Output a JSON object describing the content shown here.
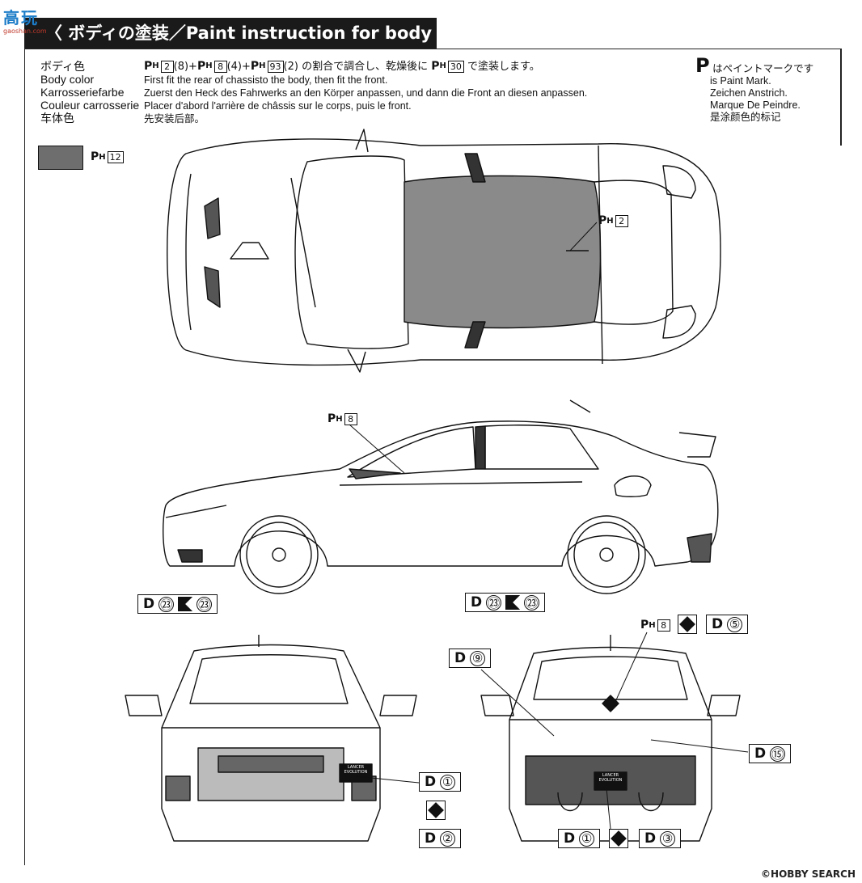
{
  "header": {
    "title": "〈 ボディの塗装／Paint instruction for body 〉"
  },
  "watermark_logo": {
    "main": "高玩",
    "sub": "gaoshan.com"
  },
  "color_label": [
    "ボディ色",
    "Body color",
    "Karrosseriefarbe",
    "Couleur carrosserie",
    "车体色"
  ],
  "instructions": {
    "jp_parts": [
      {
        "p": "P",
        "h": "H",
        "n": "2"
      },
      {
        "text": "(8)+"
      },
      {
        "p": "P",
        "h": "H",
        "n": "8"
      },
      {
        "text": "(4)+"
      },
      {
        "p": "P",
        "h": "H",
        "n": "93"
      },
      {
        "text": "(2) の割合で調合し、乾燥後に "
      },
      {
        "p": "P",
        "h": "H",
        "n": "30"
      },
      {
        "text": " で塗装します。"
      }
    ],
    "en": "First fit the rear of chassisto the body, then fit the front.",
    "de": "Zuerst den Heck des Fahrwerks an den Körper anpassen, und dann die Front an diesen anpassen.",
    "fr": "Placer d'abord l'arrière de châssis sur le corps, puis le front.",
    "cn": "先安装后部。"
  },
  "paint_mark_legend": {
    "symbol": "P",
    "jp": "はペイントマークです",
    "en": "is Paint Mark.",
    "de": "Zeichen Anstrich.",
    "fr": "Marque De Peindre.",
    "cn": "是涂颜色的标记"
  },
  "body_color": {
    "swatch_hex": "#6e6e6e",
    "ref": {
      "p": "P",
      "h": "H",
      "n": "12"
    }
  },
  "callouts": {
    "roof": {
      "p": "P",
      "h": "H",
      "n": "2"
    },
    "side_pillar": {
      "p": "P",
      "h": "H",
      "n": "8"
    },
    "rear_strip": {
      "p": "P",
      "h": "H",
      "n": "8"
    }
  },
  "decals": {
    "front_wheel": {
      "d": "D",
      "a": "㉓",
      "b": "㉓"
    },
    "rear_wheel": {
      "d": "D",
      "a": "㉓",
      "b": "㉓"
    },
    "rear_5": {
      "d": "D",
      "n": "⑤"
    },
    "rear_9": {
      "d": "D",
      "n": "⑨"
    },
    "rear_15": {
      "d": "D",
      "n": "⑮"
    },
    "front_1": {
      "d": "D",
      "n": "①"
    },
    "front_2": {
      "d": "D",
      "n": "②"
    },
    "rear_1": {
      "d": "D",
      "n": "①"
    },
    "rear_3": {
      "d": "D",
      "n": "③"
    }
  },
  "plates": {
    "line1": "LANCER",
    "line2": "EVOLUTION"
  },
  "site_watermark": "©HOBBY SEARCH"
}
